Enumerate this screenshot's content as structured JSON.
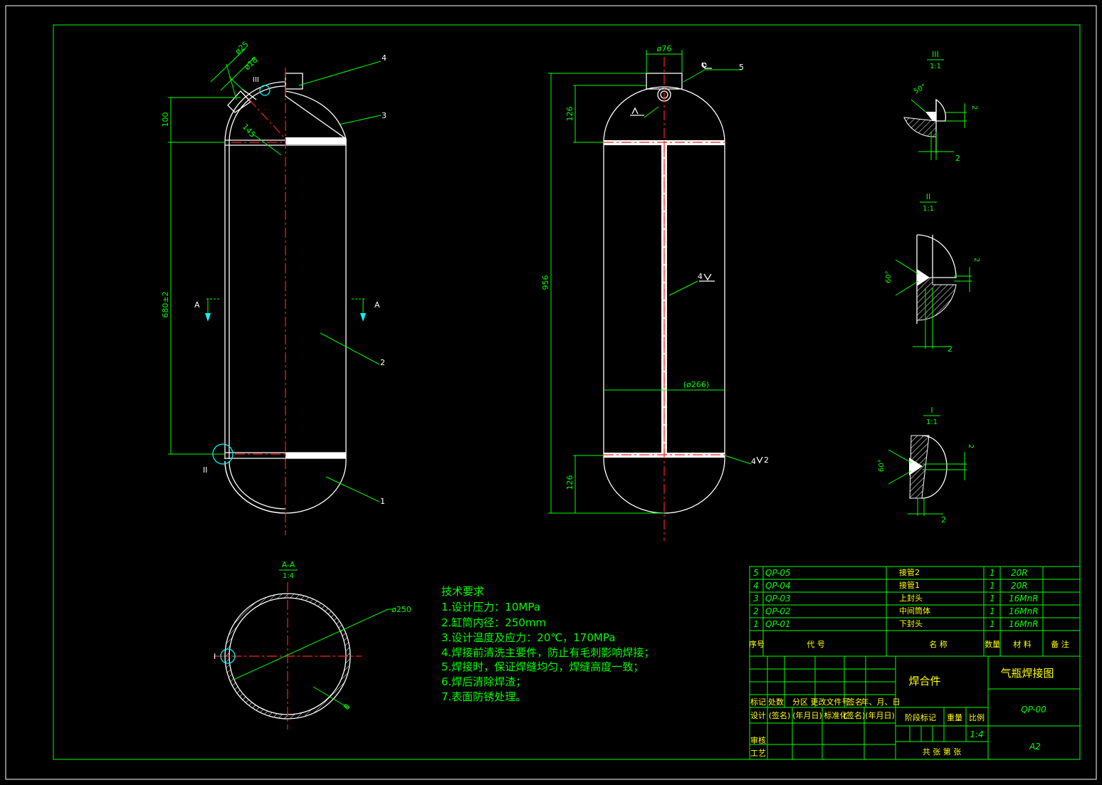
{
  "views": {
    "left": {
      "dims": {
        "d25": "ø25",
        "d18": "ø18",
        "height_100": "100",
        "angle_145": "145",
        "length_680": "680±2"
      },
      "section_mark": "A",
      "detail_ii": "II",
      "detail_iii": "III",
      "leaders": [
        "1",
        "2",
        "3",
        "4"
      ]
    },
    "middle": {
      "dims": {
        "d76": "ø76",
        "h126_top": "126",
        "h956": "956",
        "d266": "(ø266)",
        "h126_bottom": "126"
      },
      "weld_5": "5",
      "weld_mid": "4",
      "weld_bot": "4",
      "weld_bot_sub": "2"
    },
    "section_aa": {
      "title": "A-A",
      "scale": "1:4",
      "dim_d250": "ø250",
      "dim_thk": "8",
      "detail_i": "I"
    },
    "detail_iii": {
      "title": "III",
      "scale": "1:1",
      "angle": "50°",
      "gap": "2",
      "depth": "2"
    },
    "detail_ii": {
      "title": "II",
      "scale": "1:1",
      "angle": "60°",
      "gap": "2",
      "depth": "2"
    },
    "detail_i": {
      "title": "I",
      "scale": "1:1",
      "angle": "60°",
      "gap": "2",
      "depth": "2"
    }
  },
  "tech_requirements": {
    "title": "技术要求",
    "items": [
      "1.设计压力：10MPa",
      "2.缸筒内径：250mm",
      "3.设计温度及应力：20℃，170MPa",
      "4.焊接前清洗主要件，防止有毛刺影响焊接；",
      "5.焊接时，保证焊缝均匀，焊缝高度一致；",
      "6.焊后清除焊渣；",
      "7.表面防锈处理。"
    ]
  },
  "bom": {
    "rows": [
      {
        "no": "5",
        "code": "QP-05",
        "name": "接管2",
        "qty": "1",
        "material": "20R"
      },
      {
        "no": "4",
        "code": "QP-04",
        "name": "接管1",
        "qty": "1",
        "material": "20R"
      },
      {
        "no": "3",
        "code": "QP-03",
        "name": "上封头",
        "qty": "1",
        "material": "16MnR"
      },
      {
        "no": "2",
        "code": "QP-02",
        "name": "中间筒体",
        "qty": "1",
        "material": "16MnR"
      },
      {
        "no": "1",
        "code": "QP-01",
        "name": "下封头",
        "qty": "1",
        "material": "16MnR"
      }
    ],
    "headers": {
      "no": "序号",
      "code": "代 号",
      "name": "名 称",
      "qty": "数量",
      "material": "材 料",
      "remark": "备 注"
    }
  },
  "title_block": {
    "part_name": "焊合件",
    "drawing_title": "气瓶焊接图",
    "drawing_no": "QP-00",
    "sheet_size": "A2",
    "scale": "1:4",
    "labels": {
      "mark": "标记",
      "count": "处数",
      "zone": "分区",
      "change_doc": "更改文件号",
      "sign": "签名",
      "date": "年、月、日",
      "design": "设计",
      "sign_paren": "(签名)",
      "ymd": "(年月日)",
      "standard": "标准化",
      "stage": "阶段标记",
      "weight": "重量",
      "ratio": "比例",
      "review": "审核",
      "process": "工艺",
      "sheets": "共  张  第  张"
    }
  }
}
